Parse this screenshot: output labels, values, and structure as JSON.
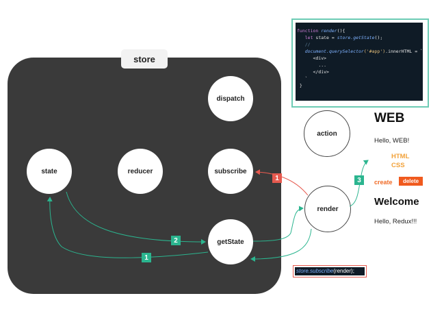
{
  "store": {
    "label": "store"
  },
  "nodes": {
    "dispatch": "dispatch",
    "state": "state",
    "reducer": "reducer",
    "subscribe": "subscribe",
    "getState": "getState",
    "action": "action",
    "render": "render"
  },
  "badges": {
    "red_1": "1",
    "teal_1": "1",
    "teal_2": "2",
    "teal_3": "3"
  },
  "code": {
    "line1_kw": "function ",
    "line1_fn": "render",
    "line1_rest": "(){",
    "line2_kw": "let ",
    "line2_a": "state = ",
    "line2_fn": "store.getState",
    "line2_b": "();",
    "line3": "//",
    "line4_fn": "document.querySelector",
    "line4_str": "('#app')",
    "line4_rest": ".innerHTML = `",
    "line5": "<div>",
    "line6": "...",
    "line7": "</div>",
    "line8": "`",
    "line9": "}"
  },
  "subscribe_code": {
    "fn": "store.subscribe",
    "rest": "(render);"
  },
  "preview": {
    "title": "WEB",
    "hello": "Hello, WEB!",
    "links": [
      "HTML",
      "CSS"
    ],
    "create": "create",
    "delete": "delete",
    "welcome": "Welcome",
    "hello_redux": "Hello, Redux!!!"
  },
  "colors": {
    "teal": "#2bb58f",
    "red": "#e65a4f",
    "store_bg": "#3a3a3a",
    "accent_orange": "#f05a1e"
  }
}
